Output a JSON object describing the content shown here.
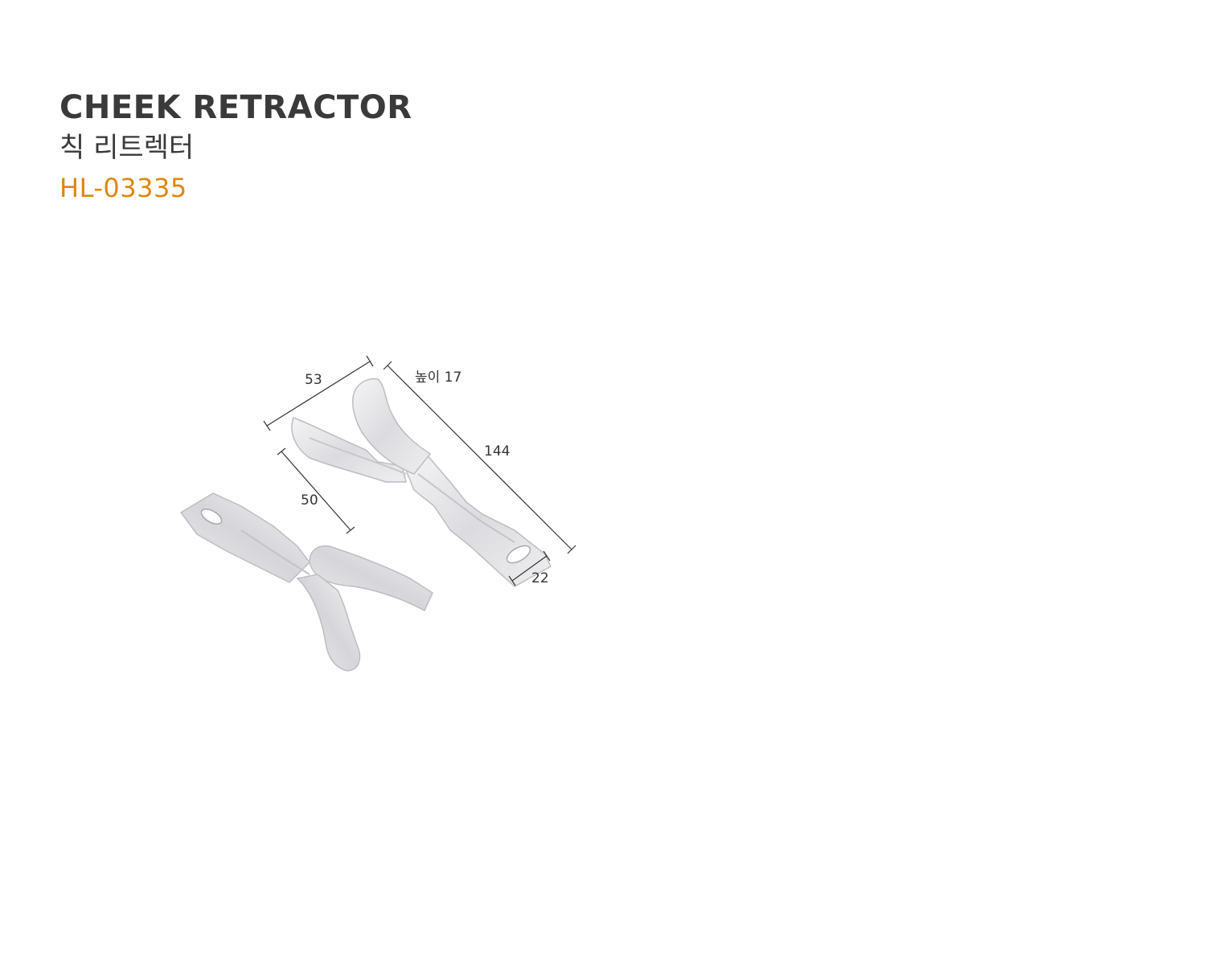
{
  "product": {
    "title": "CHEEK RETRACTOR",
    "title_ko": "칙 리트렉터",
    "code": "HL-03335",
    "code_color": "#e0860f"
  },
  "dimensions": {
    "width_53": "53",
    "height": "높이 17",
    "length": "144",
    "depth_50": "50",
    "handle_width": "22"
  }
}
